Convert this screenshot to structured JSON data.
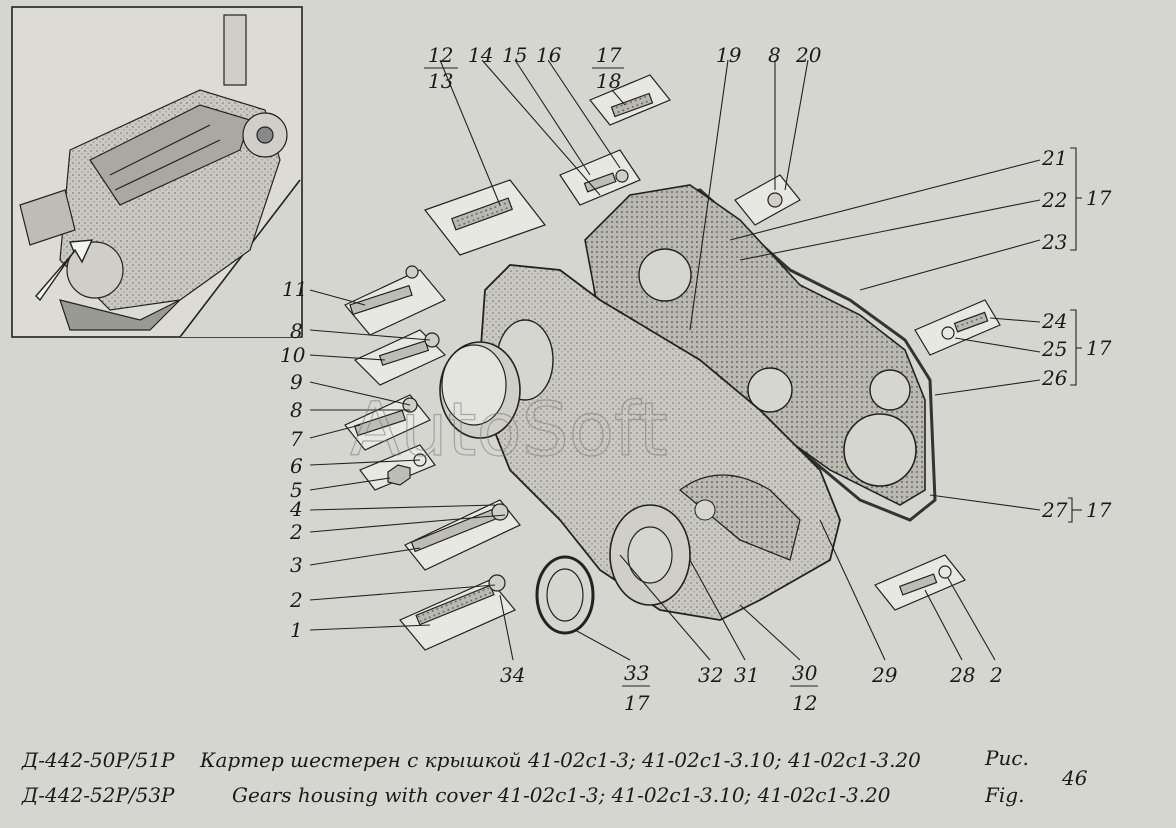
{
  "watermark": "AutoSoft",
  "caption": {
    "model_line1": "Д-442-50Р/51Р",
    "model_line2": "Д-442-52Р/53Р",
    "title_ru": "Картер шестерен с крышкой 41-02с1-3; 41-02с1-3.10; 41-02с1-3.20",
    "title_en": "Gears housing with cover 41-02с1-3; 41-02с1-3.10; 41-02с1-3.20",
    "fig_ru": "Рис.",
    "fig_en": "Fig.",
    "fig_number": "46"
  },
  "callouts": {
    "c1": "1",
    "c2a": "2",
    "c3": "3",
    "c2b": "2",
    "c4": "4",
    "c5": "5",
    "c6": "6",
    "c7": "7",
    "c8a": "8",
    "c9": "9",
    "c10": "10",
    "c8b": "8",
    "c11": "11",
    "c12": "12",
    "c13": "13",
    "c14": "14",
    "c15": "15",
    "c16": "16",
    "c17": "17",
    "c18": "18",
    "c19": "19",
    "c8c": "8",
    "c20": "20",
    "c21": "21",
    "c22": "22",
    "c23": "23",
    "c17a": "17",
    "c24": "24",
    "c25": "25",
    "c26": "26",
    "c17b": "17",
    "c27": "27",
    "c17c": "17",
    "c34": "34",
    "c33": "33",
    "c17d": "17",
    "c32": "32",
    "c31": "31",
    "c30": "30",
    "c12b": "12",
    "c29": "29",
    "c28": "28",
    "c2c": "2"
  }
}
